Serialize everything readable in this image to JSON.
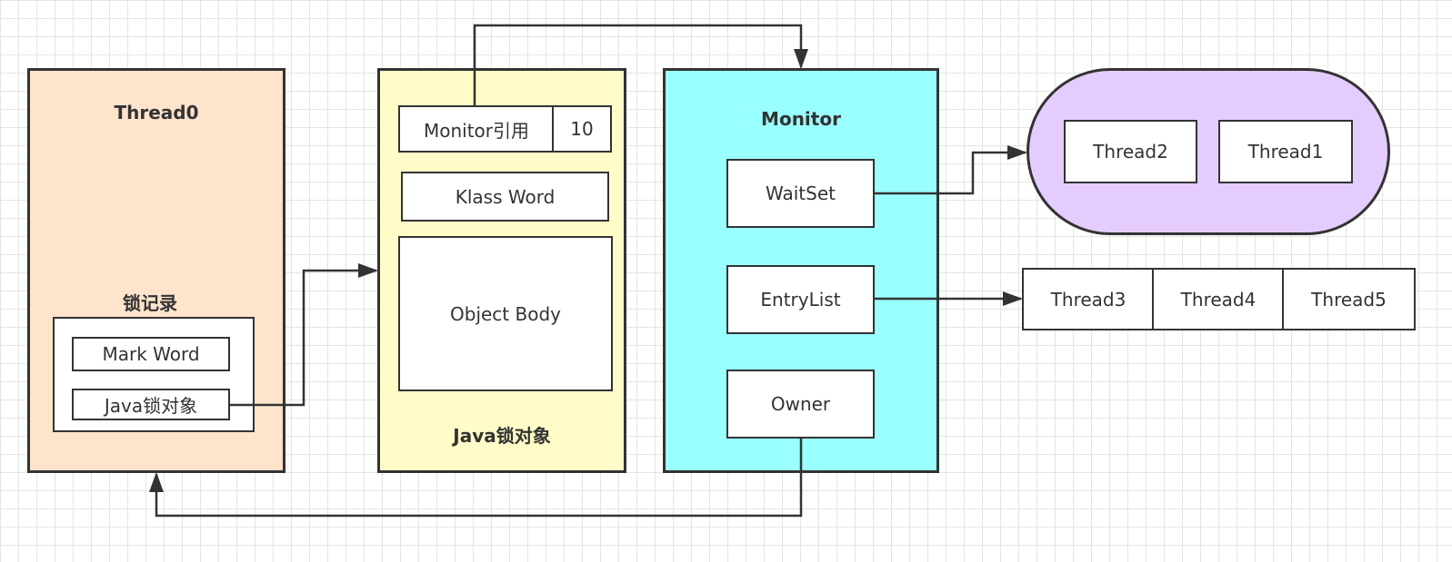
{
  "colors": {
    "thread0_fill": "#ffe4cc",
    "lock_object_fill": "#fffcc8",
    "monitor_fill": "#99ffff",
    "waitset_group_fill": "#e5ccff",
    "stroke": "#333333"
  },
  "thread0": {
    "title": "Thread0",
    "lock_record_title": "锁记录",
    "mark_word": "Mark Word",
    "java_lock_ref": "Java锁对象"
  },
  "lock_object": {
    "title": "Java锁对象",
    "monitor_ref": "Monitor引用",
    "monitor_ref_tag": "10",
    "klass_word": "Klass Word",
    "object_body": "Object Body"
  },
  "monitor": {
    "title": "Monitor",
    "wait_set": "WaitSet",
    "entry_list": "EntryList",
    "owner": "Owner"
  },
  "wait_set_threads": [
    "Thread2",
    "Thread1"
  ],
  "entry_list_threads": [
    "Thread3",
    "Thread4",
    "Thread5"
  ]
}
